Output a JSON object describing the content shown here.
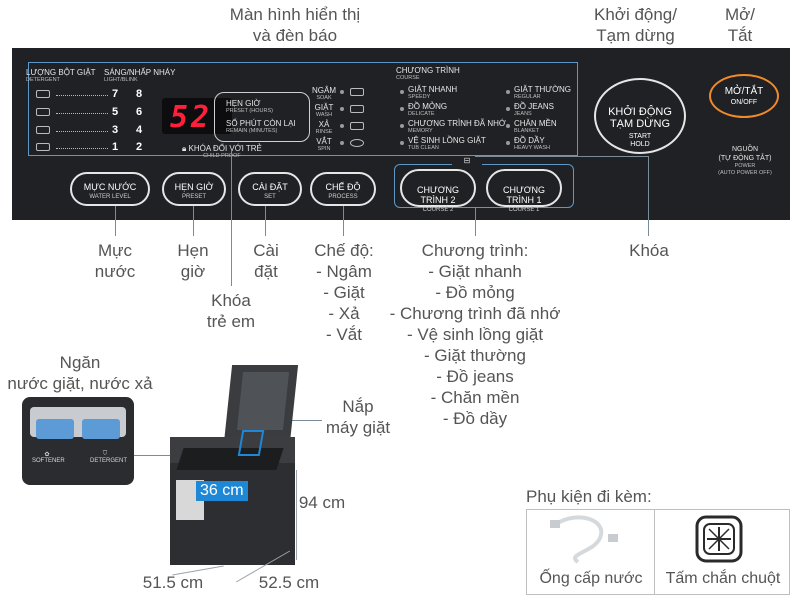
{
  "callouts": {
    "display": "Màn hình hiển thị\nvà đèn báo",
    "start": "Khởi động/\nTạm dừng",
    "power": "Mở/\nTắt",
    "water": "Mực\nnước",
    "preset": "Hẹn\ngiờ",
    "set": "Cài\nđặt",
    "child_lock": "Khóa\ntrẻ em",
    "process": "Chế độ:\n- Ngâm\n- Giặt\n- Xả\n- Vắt",
    "program": "Chương trình:\n- Giặt nhanh\n- Đồ mỏng\n- Chương trình đã nhớ\n- Vệ sinh lồng giặt\n- Giặt thường\n- Đồ jeans\n- Chăn mền\n- Đồ dầy",
    "lock": "Khóa",
    "drawer": "Ngăn\nnước giặt, nước xả",
    "lid": "Nắp\nmáy giặt"
  },
  "panel": {
    "detergent_label": "LƯỢNG BỘT GIẶT",
    "detergent_sub": "DETERGENT",
    "light_label": "SÁNG/NHẤP NHÁY",
    "light_sub": "LIGHT/BLINK",
    "levels": [
      {
        "a": "7",
        "b": "8"
      },
      {
        "a": "5",
        "b": "6"
      },
      {
        "a": "3",
        "b": "4"
      },
      {
        "a": "1",
        "b": "2"
      }
    ],
    "display_value": "52",
    "preset_label": "HẸN GIỜ",
    "preset_sub": "PRESET (HOURS)",
    "remain_label": "SỐ PHÚT CÒN LẠI",
    "remain_sub": "REMAIN (MINUTES)",
    "child_lock_label": "KHÓA ĐỔI VỚI TRẺ",
    "child_lock_sub": "CHILD PROOF",
    "process_steps": [
      {
        "vn": "NGÂM",
        "en": "SOAK"
      },
      {
        "vn": "GIẶT",
        "en": "WASH"
      },
      {
        "vn": "XẢ",
        "en": "RINSE"
      },
      {
        "vn": "VẮT",
        "en": "SPIN"
      }
    ],
    "course_label": "CHƯƠNG TRÌNH",
    "course_sub": "COURSE",
    "courses_left": [
      {
        "vn": "GIẶT NHANH",
        "en": "SPEEDY"
      },
      {
        "vn": "ĐỒ MỎNG",
        "en": "DELICATE"
      },
      {
        "vn": "CHƯƠNG TRÌNH ĐÃ NHỚ",
        "en": "MEMORY"
      },
      {
        "vn": "VỆ SINH LỒNG GIẶT",
        "en": "TUB CLEAN"
      }
    ],
    "courses_right": [
      {
        "vn": "GIẶT THƯỜNG",
        "en": "REGULAR"
      },
      {
        "vn": "ĐỒ JEANS",
        "en": "JEANS"
      },
      {
        "vn": "CHĂN MỀN",
        "en": "BLANKET"
      },
      {
        "vn": "ĐỒ DẦY",
        "en": "HEAVY WASH"
      }
    ],
    "btn_water": {
      "vn": "MỰC NƯỚC",
      "en": "WATER LEVEL"
    },
    "btn_preset": {
      "vn": "HẸN GIỜ",
      "en": "PRESET"
    },
    "btn_set": {
      "vn": "CÀI ĐẶT",
      "en": "SET"
    },
    "btn_process": {
      "vn": "CHẾ ĐỘ",
      "en": "PROCESS"
    },
    "btn_course2": {
      "vn": "CHƯƠNG\nTRÌNH 2",
      "en": "COURSE 2"
    },
    "btn_course1": {
      "vn": "CHƯƠNG\nTRÌNH 1",
      "en": "COURSE 1"
    },
    "btn_start": {
      "vn": "KHỞI ĐỘNG\nTẠM DỪNG",
      "en": "START\nHOLD"
    },
    "btn_power": {
      "vn": "MỞ/TẮT",
      "en": "ON/OFF"
    },
    "power_note": {
      "vn": "NGUỒN\n(TỰ ĐỘNG TẮT)",
      "en": "POWER\n(AUTO POWER OFF)"
    }
  },
  "product": {
    "drawer_icons": [
      "SOFTENER",
      "DETERGENT"
    ],
    "dim_depth": "36 cm",
    "dim_height": "94 cm",
    "dim_width": "51.5 cm",
    "dim_side": "52.5 cm"
  },
  "accessories": {
    "title": "Phụ kiện đi kèm:",
    "items": [
      "Ống cấp nước",
      "Tấm chắn chuột"
    ]
  },
  "colors": {
    "panel_bg": "#1f2124",
    "display_red": "#ff1f3a",
    "power_ring": "#f08a2a",
    "frame_blue": "#5e98c9",
    "dim_highlight": "#1e88d6"
  }
}
